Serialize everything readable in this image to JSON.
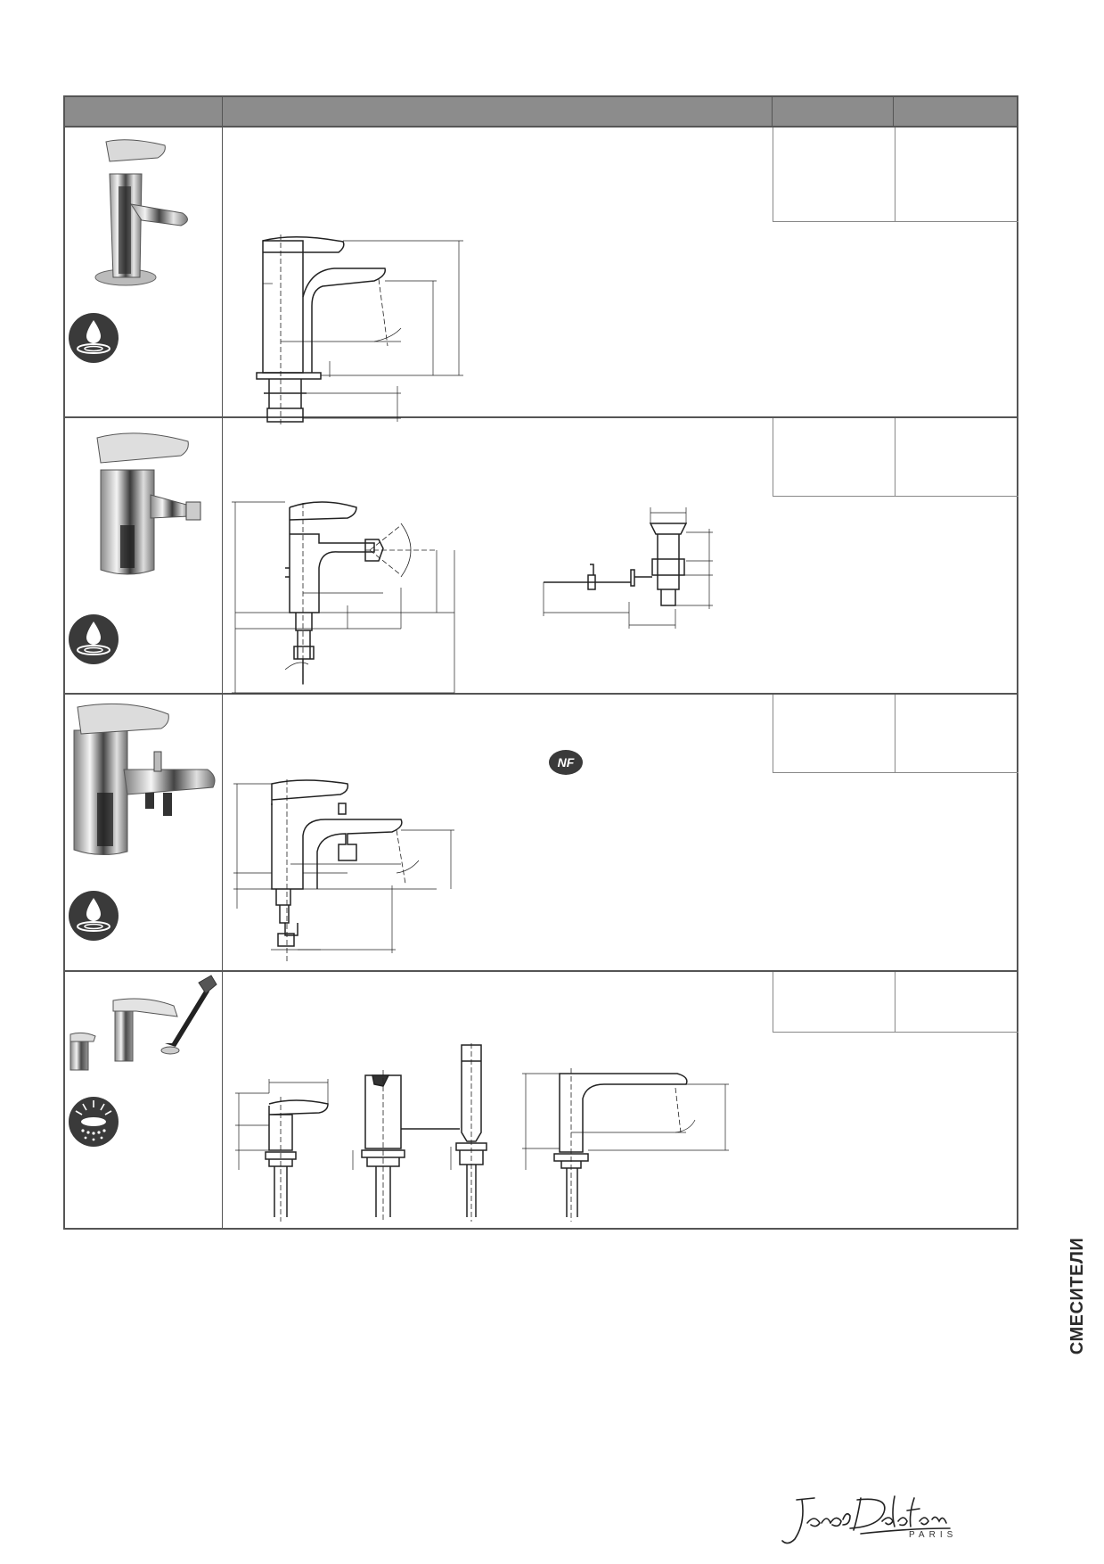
{
  "page": {
    "side_label": "СМЕСИТЕЛИ",
    "brand": {
      "city": "PARIS",
      "logo_text": "Jacob Delafon"
    }
  },
  "table": {
    "columns": [
      "",
      "",
      "",
      ""
    ],
    "rows": [
      {
        "id": "basin-mixer",
        "feature_icon": "water-saving-icon",
        "badge": ""
      },
      {
        "id": "bidet-mixer",
        "feature_icon": "water-saving-icon",
        "badge": ""
      },
      {
        "id": "bath-shower-mixer",
        "feature_icon": "water-saving-icon",
        "badge": "NF"
      },
      {
        "id": "deck-mounted-bath-set",
        "feature_icon": "spray-modes-icon",
        "badge": ""
      }
    ]
  },
  "colors": {
    "header": "#8c8c8c",
    "border": "#555555",
    "chrome_dark": "#333333",
    "chrome_light": "#d6d6d6"
  }
}
